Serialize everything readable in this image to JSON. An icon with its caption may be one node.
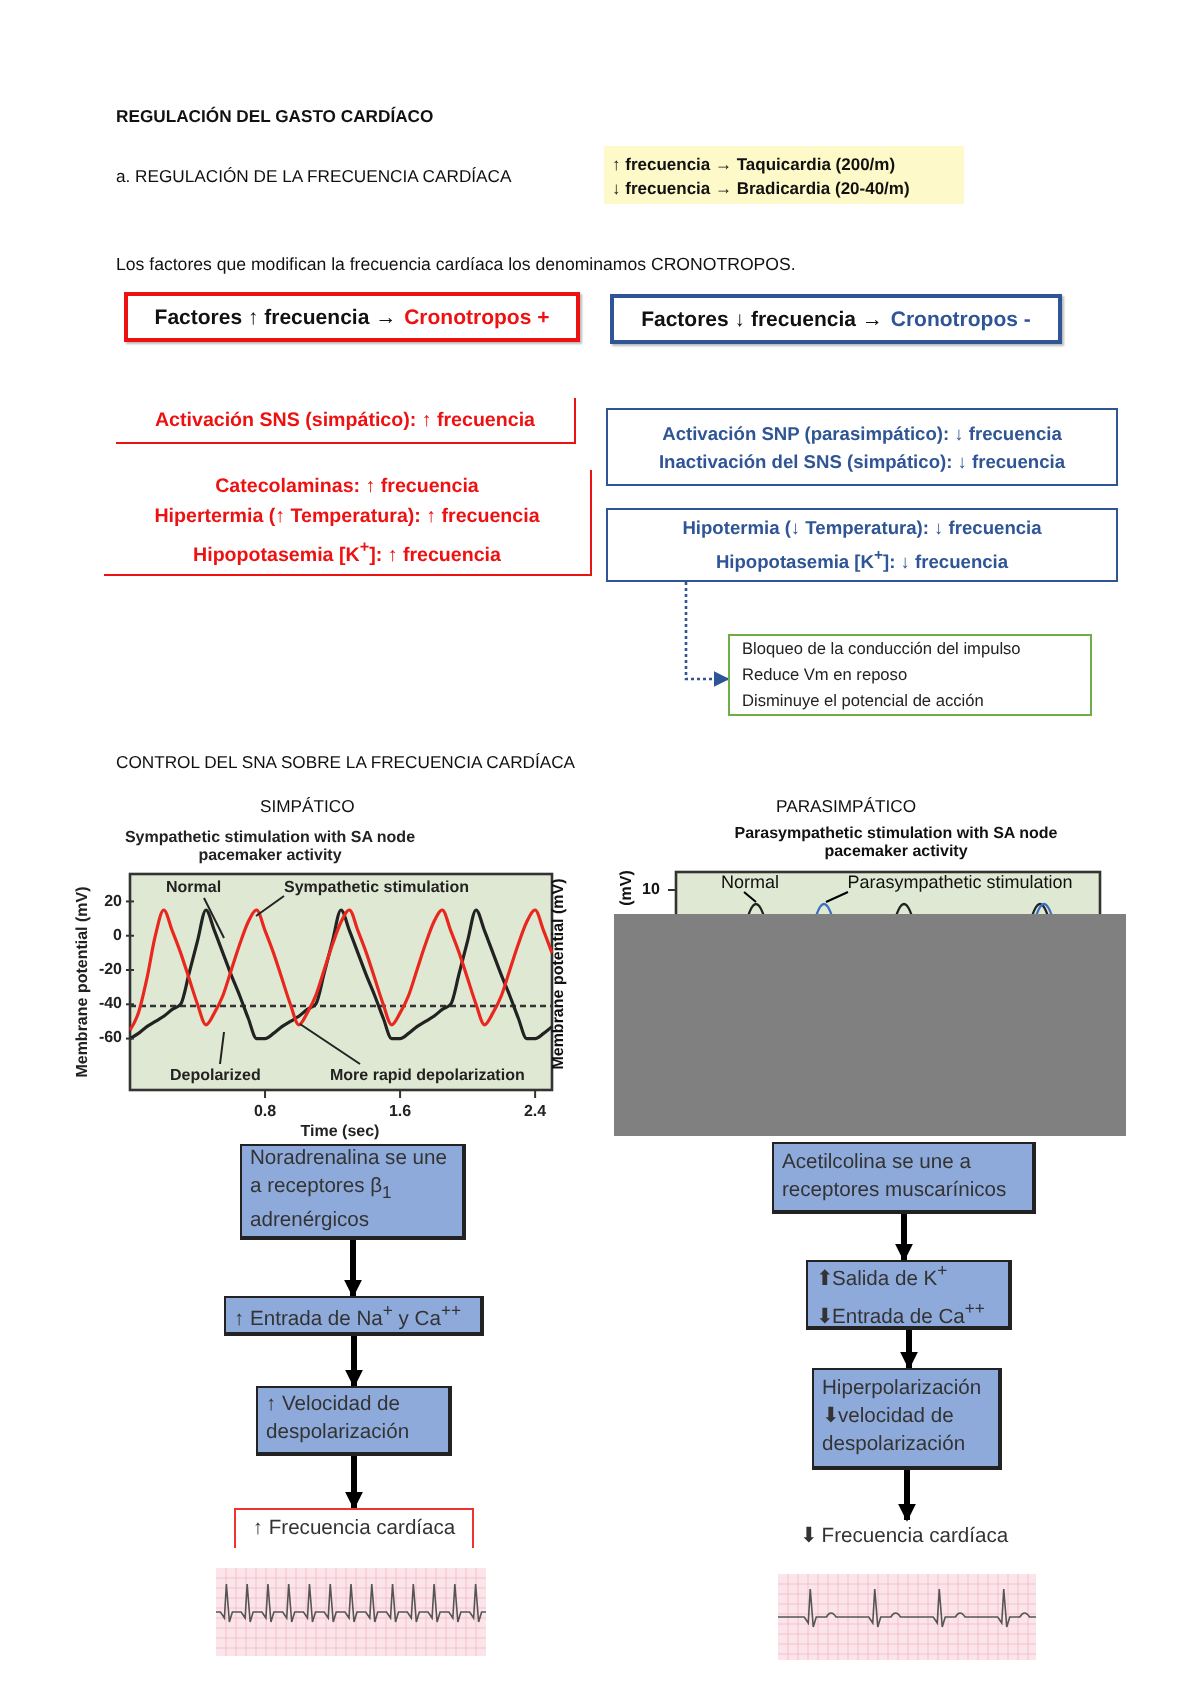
{
  "diagram": {
    "title": "REGULACIÓN DEL GASTO CARDÍACO",
    "nodes": [
      {
        "text": [
          "↑ frecuencia → Taquicardia (200/m)",
          "↓ frecuencia → Bradicardia (20-40/m)"
        ]
      },
      {
        "text": [
          "Factores ↑ frecuencia →",
          "Cronotropos +"
        ]
      },
      {
        "text": [
          "Factores ↓ frecuencia →",
          "Cronotropos -"
        ]
      },
      {
        "text": [
          "Activación SNS (simpático): ↑ frecuencia"
        ]
      },
      {
        "text": [
          "Catecolaminas: ↑ frecuencia",
          "Hipertermia (↑ Temperatura): ↑ frecuencia",
          "Hipopotasemia [K$^{+}$]: ↑ frecuencia"
        ]
      },
      {
        "text": [
          "Activación SNP (parasimpático): ↓ frecuencia",
          "Inactivación del SNS (simpático): ↓ frecuencia"
        ]
      },
      {
        "text": [
          "Hipotermia (↓ Temperatura): ↓ frecuencia",
          "Hipopotasemia [K$^{+}$]: ↓ frecuencia"
        ]
      },
      {
        "text": [
          "Bloqueo de la conducción del impulso",
          "Reduce Vm en reposo",
          "Disminuye el potencial de acción"
        ]
      },
      {
        "text": [
          "Normal"
        ]
      },
      {
        "text": [
          "Parasympathetic stimulation"
        ]
      },
      {
        "text": [
          "Noradrenalina se une a receptores β$_{1}$ adrenérgicos"
        ]
      },
      {
        "text": [
          "↑ Entrada de Na$^{+}$ y Ca$^{++}$"
        ]
      },
      {
        "text": [
          "↑ Velocidad de despolarización"
        ]
      },
      {
        "text": [
          "↑ Frecuencia cardíaca"
        ]
      },
      {
        "text": [
          "Acetilcolina se une a receptores muscarínicos"
        ]
      },
      {
        "text": [
          "⬆Salida de K$^{+}$",
          "⬇Entrada de Ca$^{++}$"
        ]
      },
      {
        "text": [
          "Hiperpolarización",
          "⬇velocidad de despolarización"
        ]
      },
      {
        "text": [
          "⬇ Frecuencia cardíaca"
        ]
      }
    ],
    "edges": [
      {
        "from": 6,
        "to": 7,
        "arrow": "to",
        "style": "dashed",
        "color": "#2f5597"
      },
      {
        "from": 8,
        "to": null,
        "arrow": "none"
      },
      {
        "from": 9,
        "to": null,
        "arrow": "none"
      },
      {
        "from": 10,
        "to": 11,
        "arrow": "to"
      },
      {
        "from": 11,
        "to": 12,
        "arrow": "to"
      },
      {
        "from": 12,
        "to": 13,
        "arrow": "to"
      },
      {
        "from": 14,
        "to": 15,
        "arrow": "to"
      },
      {
        "from": 15,
        "to": 16,
        "arrow": "to"
      },
      {
        "from": 16,
        "to": 17,
        "arrow": "to"
      }
    ],
    "labels": [
      "a. REGULACIÓN DE LA FRECUENCIA CARDÍACA",
      "Los factores que modifican la frecuencia cardíaca los denominamos CRONOTROPOS.",
      "CONTROL DEL SNA SOBRE LA FRECUENCIA CARDÍACA",
      "SIMPÁTICO",
      "PARASIMPÁTICO",
      "Membrane potential (mV)",
      "Parasympathetic stimulation with SA node pacemaker activity",
      "10",
      "(mV)"
    ],
    "chart_data": {
      "type": "line",
      "title": "Sympathetic stimulation with SA node pacemaker activity",
      "xlabel": "Time (sec)",
      "ylabel": "Membrane potential (mV)",
      "x": [
        0,
        0.05,
        0.1,
        0.15,
        0.2,
        0.25,
        0.3,
        0.35,
        0.4,
        0.45,
        0.5,
        0.55,
        0.6,
        0.65,
        0.7,
        0.75,
        0.8,
        0.85,
        0.9,
        0.95,
        1,
        1.05,
        1.1,
        1.15,
        1.2,
        1.25,
        1.3,
        1.35,
        1.4,
        1.45,
        1.5,
        1.55,
        1.6,
        1.65,
        1.7,
        1.75,
        1.8,
        1.85,
        1.9,
        1.95,
        2,
        2.05,
        2.1,
        2.15,
        2.2,
        2.25,
        2.3,
        2.35,
        2.4,
        2.45,
        2.5
      ],
      "series": [
        {
          "name": "Normal",
          "color": "#222222",
          "values": [
            -60,
            -57,
            -53,
            -50,
            -47,
            -43,
            -40,
            -22,
            -3,
            15,
            3,
            -10,
            -23,
            -35,
            -48,
            -60,
            -60,
            -57,
            -53,
            -50,
            -47,
            -43,
            -40,
            -22,
            -3,
            15,
            3,
            -10,
            -23,
            -35,
            -48,
            -60,
            -60,
            -57,
            -53,
            -50,
            -47,
            -43,
            -40,
            -22,
            -3,
            15,
            3,
            -10,
            -23,
            -35,
            -48,
            -60,
            -60,
            -57,
            -53
          ]
        },
        {
          "name": "Sympathetic stimulation",
          "color": "#e8281e",
          "values": [
            -55,
            -45,
            -25,
            0,
            15,
            3,
            -10,
            -25,
            -40,
            -52,
            -45,
            -35,
            -20,
            -5,
            8,
            15,
            3,
            -10,
            -25,
            -40,
            -52,
            -45,
            -35,
            -20,
            -5,
            8,
            15,
            3,
            -10,
            -25,
            -40,
            -52,
            -45,
            -35,
            -20,
            -5,
            8,
            15,
            3,
            -10,
            -25,
            -40,
            -52,
            -45,
            -35,
            -20,
            -5,
            8,
            15,
            3,
            -10
          ]
        }
      ],
      "xlim": [
        0,
        2.5
      ],
      "ylim": [
        -90,
        36
      ],
      "xticks": [
        0.8,
        1.6,
        2.4
      ],
      "yticks": [
        20,
        0,
        -20,
        -40,
        -60
      ],
      "annotations": [
        {
          "text": "Depolarized"
        },
        {
          "text": "More rapid depolarization"
        }
      ]
    }
  }
}
